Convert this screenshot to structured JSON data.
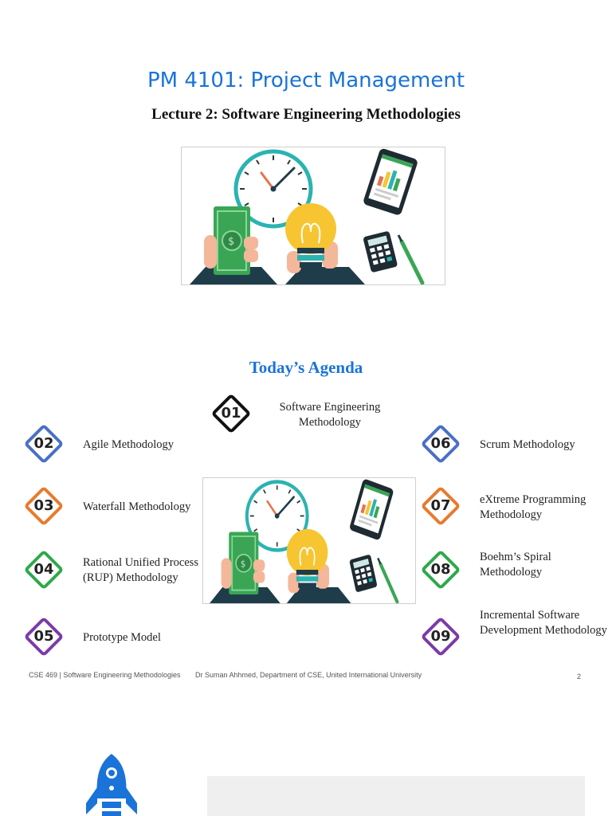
{
  "slide1": {
    "title": "PM 4101: Project Management",
    "subtitle": "Lecture 2: Software Engineering Methodologies"
  },
  "slide2": {
    "agenda_title": "Today’s Agenda",
    "items": [
      {
        "num": "01",
        "label": "Software Engineering Methodology",
        "color": "#111111"
      },
      {
        "num": "02",
        "label": "Agile Methodology",
        "color": "#4a6fc7"
      },
      {
        "num": "03",
        "label": "Waterfall Methodology",
        "color": "#e87a2d"
      },
      {
        "num": "04",
        "label": "Rational Unified Process (RUP) Methodology",
        "color": "#2ea84a"
      },
      {
        "num": "05",
        "label": "Prototype Model",
        "color": "#7b3aa8"
      },
      {
        "num": "06",
        "label": "Scrum Methodology",
        "color": "#4a6fc7"
      },
      {
        "num": "07",
        "label": "eXtreme Programming Methodology",
        "color": "#e87a2d"
      },
      {
        "num": "08",
        "label": "Boehm’s Spiral Methodology",
        "color": "#2ea84a"
      },
      {
        "num": "09",
        "label": "Incremental Software Development Methodology",
        "color": "#7b3aa8"
      }
    ],
    "footer": {
      "course": "CSE 469 | Software Engineering Methodologies",
      "author": "Dr Suman Ahhmed, Department of CSE, United International University",
      "page": "2"
    }
  },
  "icons": [
    "clock-icon",
    "money-icon",
    "lightbulb-icon",
    "tablet-icon",
    "calculator-icon",
    "pencil-icon",
    "rocket-icon"
  ],
  "colors": {
    "accent": "#1a73d9",
    "money": "#3aa655",
    "bulb": "#f7c531",
    "clock": "#2bb3b1"
  }
}
